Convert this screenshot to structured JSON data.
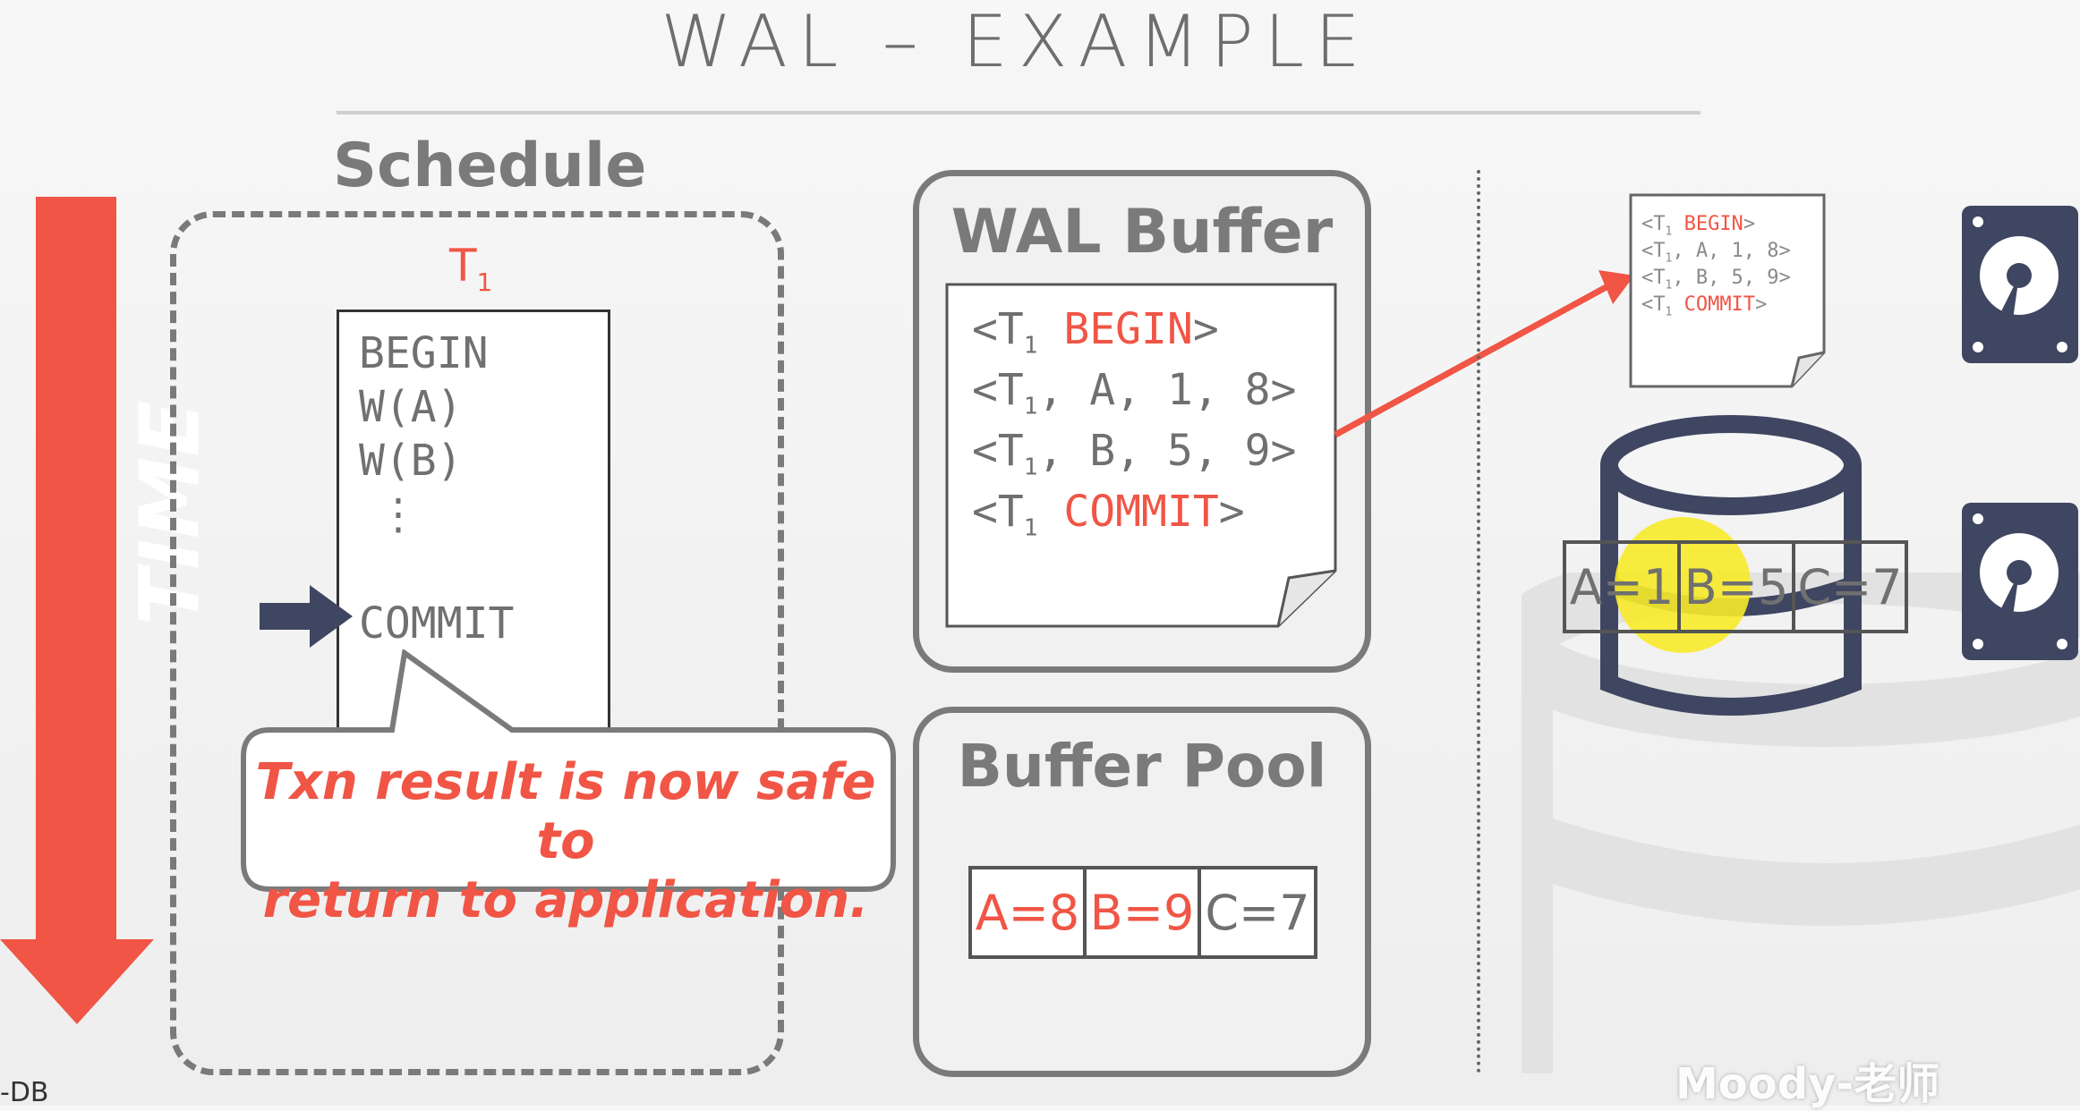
{
  "title": "WAL – EXAMPLE",
  "schedule": {
    "heading": "Schedule",
    "txn_label": "T",
    "txn_sub": "1",
    "ops": [
      "BEGIN",
      "W(A)",
      "W(B)",
      "⋮",
      "COMMIT"
    ]
  },
  "time_label": "TIME",
  "callout": {
    "line1": "Txn result is now safe to",
    "line2": "return to application."
  },
  "wal_buffer": {
    "heading": "WAL Buffer",
    "entries": [
      {
        "pre": "<T",
        "sub": "1",
        "mid": " ",
        "red": "BEGIN",
        "post": ">"
      },
      {
        "pre": "<T",
        "sub": "1",
        "mid": ", A, 1, 8>",
        "red": "",
        "post": ""
      },
      {
        "pre": "<T",
        "sub": "1",
        "mid": ", B, 5, 9>",
        "red": "",
        "post": ""
      },
      {
        "pre": "<T",
        "sub": "1",
        "mid": " ",
        "red": "COMMIT",
        "post": ">"
      }
    ]
  },
  "buffer_pool": {
    "heading": "Buffer Pool",
    "cells": [
      "A=8",
      "B=9",
      "C=7"
    ]
  },
  "disk_log": {
    "entries": [
      {
        "pre": "<T",
        "sub": "1",
        "mid": " ",
        "red": "BEGIN",
        "post": ">"
      },
      {
        "pre": "<T",
        "sub": "1",
        "mid": ", A, 1, 8>",
        "red": "",
        "post": ""
      },
      {
        "pre": "<T",
        "sub": "1",
        "mid": ", B, 5, 9>",
        "red": "",
        "post": ""
      },
      {
        "pre": "<T",
        "sub": "1",
        "mid": " ",
        "red": "COMMIT",
        "post": ">"
      }
    ]
  },
  "database": {
    "cells": [
      "A=1",
      "B=5",
      "C=7"
    ]
  },
  "watermark": "Moody-老师",
  "footer": "-DB",
  "colors": {
    "accent": "#f05545",
    "gray": "#7a7a7a",
    "navy": "#3f4661",
    "highlight": "#f7ea2a"
  }
}
